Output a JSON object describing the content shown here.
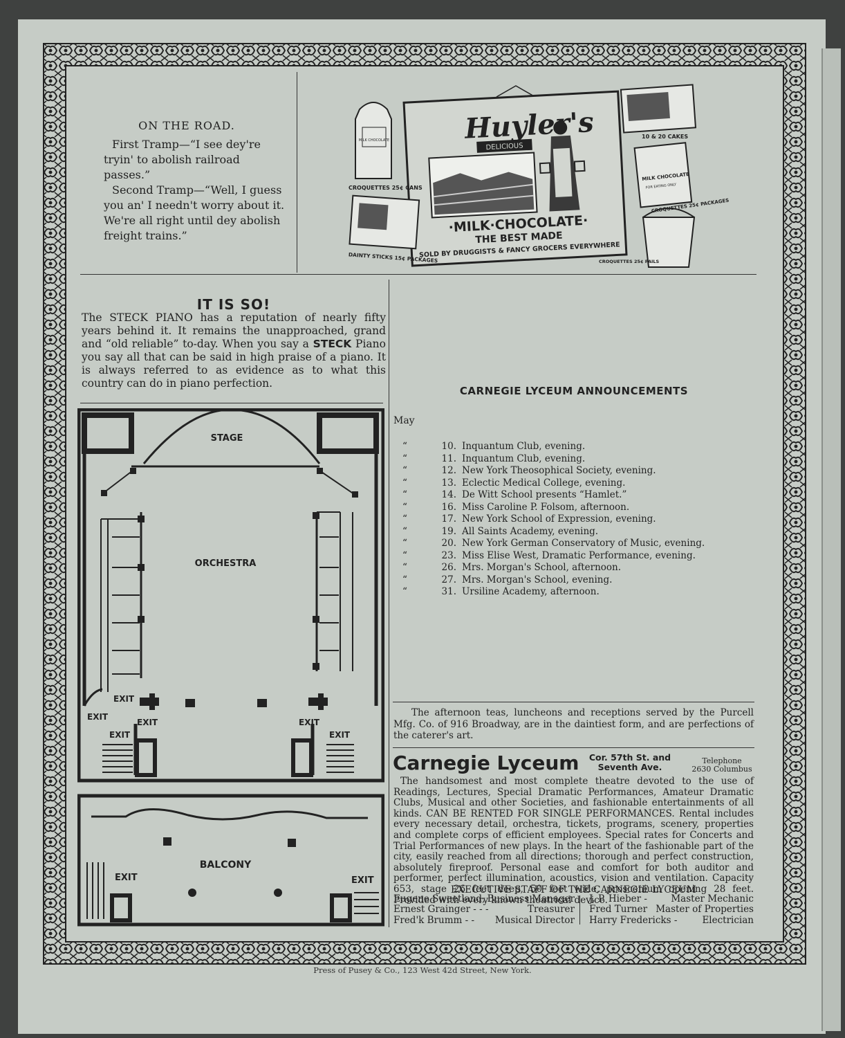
{
  "colors": {
    "paper": "#c6ccc6",
    "ink": "#222222",
    "background": "#3f4140"
  },
  "on_the_road": {
    "title": "ON THE ROAD.",
    "lines": [
      "First Tramp—“I see dey're tryin' to abolish railroad passes.”",
      "Second Tramp—“Well, I guess you an' I needn't worry about it. We're all right until dey abolish freight trains.”"
    ]
  },
  "ad": {
    "brand": "Huyler's",
    "delicious": "DELICIOUS",
    "milk_chocolate": "·MILK·CHOCOLATE·",
    "best_made": "THE BEST MADE",
    "sold_by": "SOLD BY DRUGGISTS & FANCY GROCERS EVERYWHERE",
    "croquettes_cans": "CROQUETTES 25¢ CANS",
    "dainty_sticks": "DAINTY STICKS 15¢ PACKAGES",
    "cakes": "10 & 20 CAKES",
    "croquettes_packages": "CROQUETTES 25¢ PACKAGES",
    "croquettes_pails": "CROQUETTES 25¢ PAILS",
    "milk_choc_small": "MILK CHOCOLATE",
    "for_eating": "FOR EATING ONLY"
  },
  "steck": {
    "title": "IT IS SO!",
    "text_before": "The STECK PIANO has a reputation of nearly fifty years behind it. It remains the unapproached, grand and “old reliable” to-day. When you say a",
    "brand": "STECK",
    "text_after": "Piano you say all that can be said in high praise of a piano. It is always referred to as evidence as to what this country can do in piano perfection."
  },
  "floor_plan": {
    "stage": "STAGE",
    "orchestra": "ORCHESTRA",
    "balcony": "BALCONY",
    "exit": "EXIT"
  },
  "announcements": {
    "title": "CARNEGIE LYCEUM ANNOUNCEMENTS",
    "month": "May",
    "ditto": "“",
    "items": [
      {
        "day": "10.",
        "event": "Inquantum Club, evening."
      },
      {
        "day": "11.",
        "event": "Inquantum Club, evening."
      },
      {
        "day": "12.",
        "event": "New York Theosophical Society, evening."
      },
      {
        "day": "13.",
        "event": "Eclectic Medical College, evening."
      },
      {
        "day": "14.",
        "event": "De Witt School presents “Hamlet.”"
      },
      {
        "day": "16.",
        "event": "Miss Caroline P. Folsom, afternoon."
      },
      {
        "day": "17.",
        "event": "New York School of Expression, evening."
      },
      {
        "day": "19.",
        "event": "All Saints Academy, evening."
      },
      {
        "day": "20.",
        "event": "New York German Conservatory of Music, evening."
      },
      {
        "day": "23.",
        "event": "Miss Elise West, Dramatic Performance, evening."
      },
      {
        "day": "26.",
        "event": "Mrs. Morgan's School, afternoon."
      },
      {
        "day": "27.",
        "event": "Mrs. Morgan's School, evening."
      },
      {
        "day": "31.",
        "event": "Ursiline Academy, afternoon."
      }
    ]
  },
  "teas": "The afternoon teas, luncheons and receptions served by the Purcell Mfg. Co. of 916 Broadway, are in the daintiest form, and are perfections of the caterer's art.",
  "lyceum": {
    "name": "Carnegie Lyceum",
    "address_line1": "Cor. 57th St. and",
    "address_line2": "Seventh Ave.",
    "telephone_label": "Telephone",
    "telephone": "2630 Columbus",
    "body": "The handsomest and most complete theatre devoted to the use of Readings, Lectures, Special Dramatic Performances, Amateur Dramatic Clubs, Musical and other Societies, and fashionable entertainments of all kinds. CAN BE RENTED FOR SINGLE PERFORMANCES. Rental includes every necessary detail, orchestra, tickets, programs, scenery, properties and complete corps of efficient employees. Special rates for Concerts and Trial Performances of new plays. In the heart of the fashionable part of the city, easily reached from all directions; thorough and perfect construction, absolutely fireproof. Personal ease and comfort for both auditor and performer, perfect illumination, acoustics, vision and ventilation. Capacity 653, stage 26 feet deep, 50 feet wide, proscenium opening 28 feet. Provided with every known theatrical device.",
    "staff_title": "EXECUTIVE STAFF OF THE CARNEGIE LYCEUM",
    "staff_left": [
      {
        "name": "Eugene Sweetland,",
        "role": "Business Manager"
      },
      {
        "name": "Ernest Grainger - - -",
        "role": "Treasurer"
      },
      {
        "name": "Fred'k Brumm - -",
        "role": "Musical Director"
      }
    ],
    "staff_right": [
      {
        "name": "J. P. Hieber -",
        "role": "Master Mechanic"
      },
      {
        "name": "Fred Turner",
        "role": "Master of Properties"
      },
      {
        "name": "Harry Fredericks -",
        "role": "Electrician"
      }
    ]
  },
  "press": "Press of Pusey & Co., 123 West 42d Street, New York."
}
